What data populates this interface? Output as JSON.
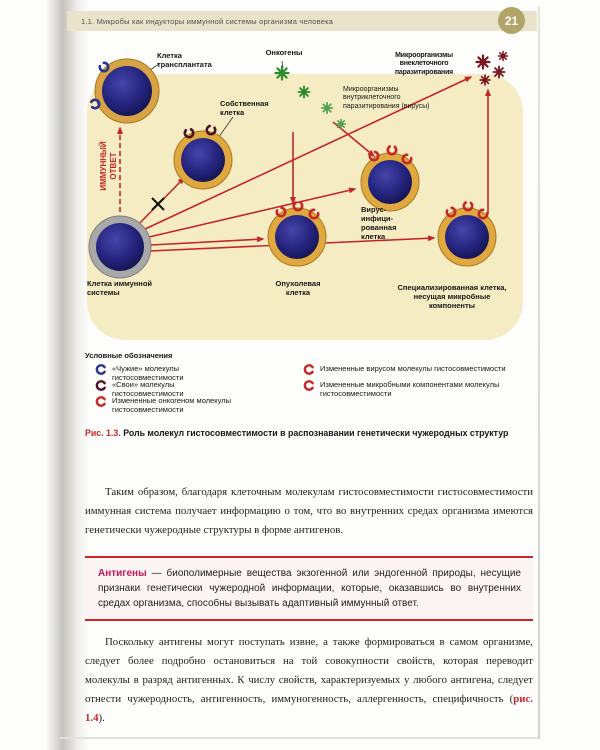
{
  "header": {
    "section_title": "1.1.  Микробы как индукторы иммунной системы организма человека",
    "page_number": "21"
  },
  "colors": {
    "accent_red": "#c22626",
    "caption_red": "#c62828",
    "term_magenta": "#c2185b",
    "diagram_bg": "#f6ecc3",
    "header_bg": "#eae3cb",
    "page_badge": "#b2a468"
  },
  "diagram": {
    "labels": {
      "transplant_cell": "Клетка трансплантата",
      "own_cell": "Собственная клетка",
      "oncogenes": "Онкогены",
      "microbes_extracellular": "Микроорганизмы внеклеточного паразитирования",
      "microbes_intracellular": "Микроорганизмы внутриклеточного паразитирования (вирусы)",
      "immune_response": "ИММУННЫЙ ОТВЕТ",
      "virus_infected_cell": "Вирус-инфици­рованная клетка",
      "tumor_cell": "Опухолевая клетка",
      "immune_system_cell": "Клетка иммунной системы",
      "specialized_cell": "Специализированная клетка, несущая микробные компоненты"
    },
    "legend": {
      "title": "Условные обозначения",
      "items": [
        {
          "label": "«Чужие» молекулы гистосовместимости",
          "color": "#283593"
        },
        {
          "label": "«Свои» молекулы гистосовместимости",
          "color": "#4a1525"
        },
        {
          "label": "Измененные онкогеном молекулы гистосовместимости",
          "color": "#c62828"
        },
        {
          "label": "Измененные вирусом молекулы гистосовместимости",
          "color": "#c62828"
        },
        {
          "label": "Измененные микробными компонентами молекулы гистосовместимости",
          "color": "#c62828"
        }
      ]
    },
    "caption": {
      "fig_label": "Рис. 1.3.",
      "text": "Роль молекул гистосовместимости в распознавании генетически чужеродных структур"
    }
  },
  "content": {
    "paragraph1": "Таким образом, благодаря клеточным молекулам гистосовместимости гистосовместимости иммунная система получает информацию о том, что во внутренних средах организма имеются генетически чужеродные структуры в форме антигенов.",
    "definition_term": "Антигены",
    "definition_body": " — биополимерные вещества экзогенной или эндогенной природы, несущие признаки генетически чужеродной информации, которые, оказавшись во внутренних средах организма, способны вызывать адаптивный иммунный ответ.",
    "paragraph2_before": "Поскольку антигены могут поступать извне, а также формироваться в самом организме, следует более подробно остановиться на той совокупности свойств, которая переводит молекулы в разряд антигенных. К числу свойств, характеризуемых у любого антигена, следует отнести чужеродность, антигенность, иммуногенность, аллергенность, специфичность (",
    "paragraph2_link": "рис. 1.4",
    "paragraph2_after": ")."
  }
}
